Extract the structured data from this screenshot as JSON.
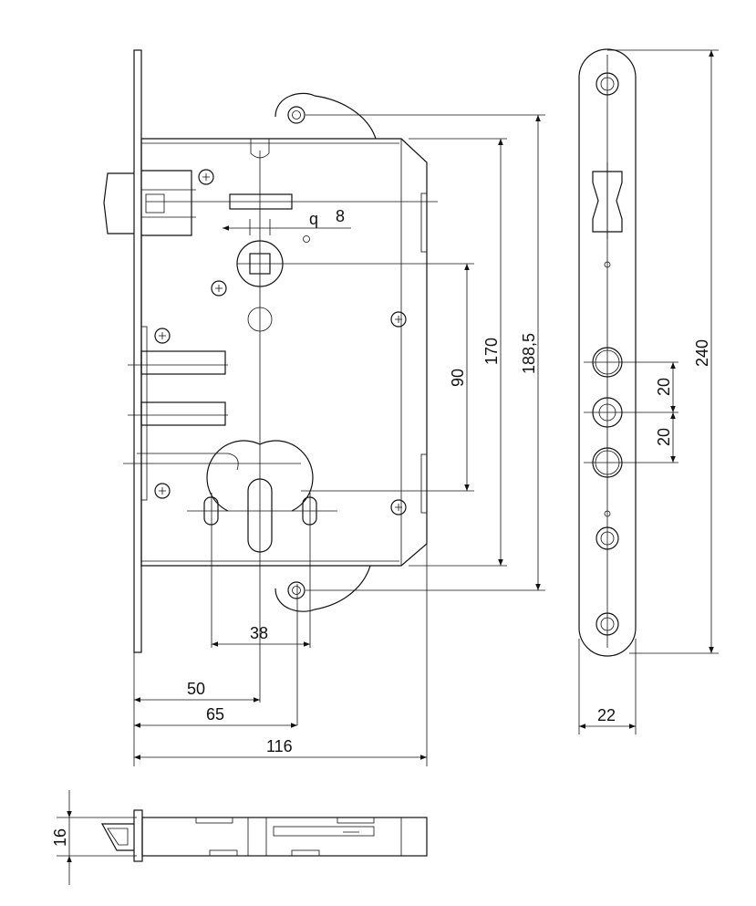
{
  "dimensions": {
    "d_q8_label": "q",
    "d_8": "8",
    "d_90": "90",
    "d_170": "170",
    "d_188": "188,5",
    "d_240": "240",
    "d_20a": "20",
    "d_20b": "20",
    "d_38": "38",
    "d_50": "50",
    "d_65": "65",
    "d_116": "116",
    "d_22": "22",
    "d_16": "16"
  },
  "colors": {
    "line": "#111111",
    "background": "#ffffff"
  }
}
